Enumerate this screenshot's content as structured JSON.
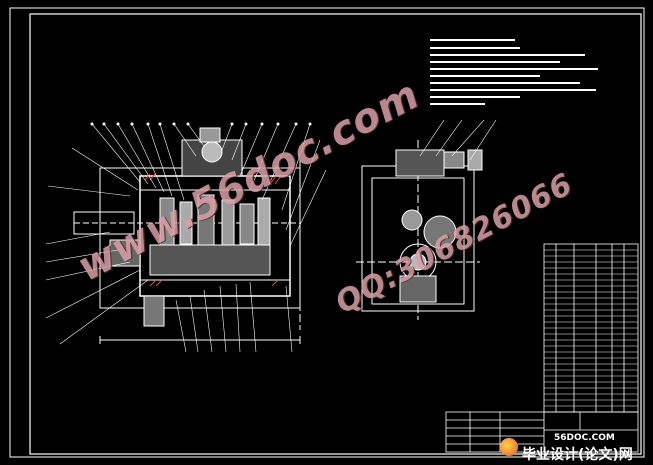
{
  "drawing": {
    "background_color": "#000000",
    "line_color": "#ffffff",
    "accent_color": "#ff3b3b",
    "title_block_label": "",
    "notes_lines": 9,
    "parts_table_rows": 28
  },
  "watermarks": {
    "primary": "www.56doc.com",
    "secondary": "QQ:306826066"
  },
  "logo": {
    "url": "56DOC.COM",
    "name": "毕业设计(论文)网",
    "icon": "globe-icon"
  }
}
